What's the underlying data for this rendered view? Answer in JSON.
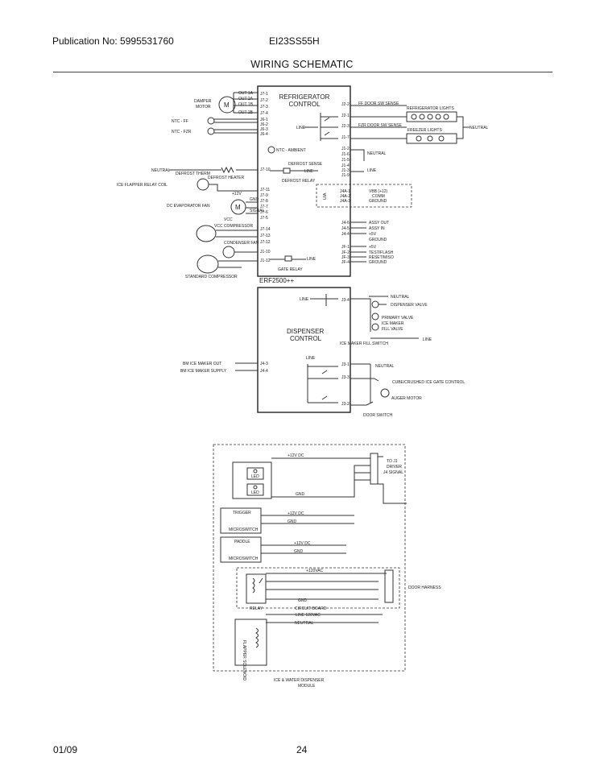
{
  "header": {
    "publication": "Publication No: 5995531760",
    "model": "EI23SS55H",
    "title": "WIRING SCHEMATIC"
  },
  "footer": {
    "date": "01/09",
    "page": "24"
  },
  "schematic": {
    "refrigerator_control": {
      "title_line1": "REFRIGERATOR",
      "title_line2": "CONTROL",
      "model": "ERF2500++",
      "left_pins_top": [
        "J7-1",
        "J7-2",
        "J7-3",
        "J7-4",
        "J6-1",
        "J6-2",
        "J6-3",
        "J6-4"
      ],
      "left_pins_mid": [
        "J7-10",
        "J7-11",
        "J7-9",
        "J7-8",
        "J7-7",
        "J7-6",
        "J7-5"
      ],
      "left_pins_low": [
        "J7-14",
        "J7-13",
        "J7-12",
        "J1-10",
        "J1-12"
      ],
      "right_pins": [
        "J2-2",
        "J2-1",
        "J2-3",
        "J1-7",
        "J1-2",
        "J1-6",
        "J1-5",
        "J1-4",
        "J1-3",
        "J1-9",
        "J4A-1",
        "J4A-2",
        "J4A-3",
        "J4-6",
        "J4-5",
        "J4-4",
        "JF-1",
        "JF-2",
        "JF-3",
        "JF-4"
      ],
      "internal_labels": [
        "LINE",
        "NTC - AMBIENT",
        "DEFROST SENSE",
        "LINE",
        "DEFROST RELAY",
        "GATE RELAY",
        "LINE"
      ]
    },
    "dispenser_control": {
      "title_line1": "DISPENSER",
      "title_line2": "CONTROL",
      "pins": [
        "J3-4",
        "J4-3",
        "J4-4",
        "J3-1",
        "J3-3",
        "J3-2"
      ],
      "internal_labels": [
        "LINE",
        "LINE"
      ]
    },
    "left_components": {
      "damper_motor": "DAMPER\nMOTOR",
      "out_labels": [
        "OUT 1A",
        "OUT 2A",
        "OUT 1B",
        "OUT 2B"
      ],
      "ntc_ff": "NTC - FF",
      "ntc_fzr": "NTC - FZR",
      "neutral": "NEUTRAL",
      "defrost_therm": "DEFROST THERM",
      "defrost_heater": "DEFROST HEATER",
      "ice_flapper_coil": "ICE FLAPPER RELAY COIL",
      "evap_fan": "DC EVAPORATOR FAN",
      "evap_fan_pins": [
        "+12V",
        "GND",
        "SIGNAL"
      ],
      "vcc": "VCC",
      "vcc_compressor": "VCC COMPRESSOR",
      "condenser_fan": "CONDENSER FAN",
      "standard_compressor": "STANDARD COMPRESSOR",
      "ice_maker_out": "BM ICE MAKER OUT",
      "ice_maker_supply": "BM ICE MAKER SUPPLY"
    },
    "right_components": {
      "fresh_door_sense": "FF DOOR SW SENSE",
      "refrig_lights": "REFRIGERATOR LIGHTS",
      "fzr_door_sense": "FZR DOOR SW SENSE",
      "freezer_lights": "FREEZER LIGHTS",
      "neutral_a": "NEUTRAL",
      "neutral_b": "NEUTRAL",
      "line": "LINE",
      "uia": "UIA",
      "uia_pins": [
        "VBB (+12)",
        "COMM",
        "GROUND"
      ],
      "assy": [
        "ASSY OUT",
        "ASSY IN",
        "+5V",
        "GROUND"
      ],
      "prog": [
        "+5V",
        "TEST/FLASH",
        "RESET/MISO",
        "GROUND"
      ],
      "neutral_c": "NEUTRAL",
      "dispenser_valve": "DISPENSER VALVE",
      "primary_valve": "PRIMARY VALVE",
      "ice_maker_valve": "ICE MAKER",
      "fill_valve": "FILL VALVE",
      "ice_maker_switch": "ICE MAKER FILL SWITCH",
      "line_b": "LINE",
      "neutral_d": "NEUTRAL",
      "cube_crushed": "CUBE/CRUSHED ICE GATE CONTROL",
      "auger_motor": "AUGER MOTOR",
      "door_switch": "DOOR SWITCH"
    },
    "module": {
      "v12_top": "+12V DC",
      "gnd_top": "GND",
      "led1": "LED",
      "led2": "LED",
      "to_driver_1": "TO J1",
      "to_driver_2": "DRIVER",
      "to_driver_3": "J4 SIGNAL",
      "sub1_label": "TRIGGER",
      "sub1_v": "+12V DC",
      "sub1_gnd": "GND",
      "sub1_switch": "MICROSWITCH",
      "sub2_label": "PADDLE",
      "sub2_v": "+12V DC",
      "sub2_gnd": "GND",
      "sub2_switch": "MICROSWITCH",
      "v120": "+120VAC",
      "relay": "RELAY",
      "gnd_relay": "GND",
      "circuit_board": "CIRCUIT BOARD",
      "line_120": "LINE 120VAC",
      "neutral": "NEUTRAL",
      "door_harness": "DOOR HARNESS",
      "flapper": "FLAPPER\nSOLENOID",
      "module_line1": "ICE & WATER DISPENSER",
      "module_line2": "MODULE"
    }
  }
}
